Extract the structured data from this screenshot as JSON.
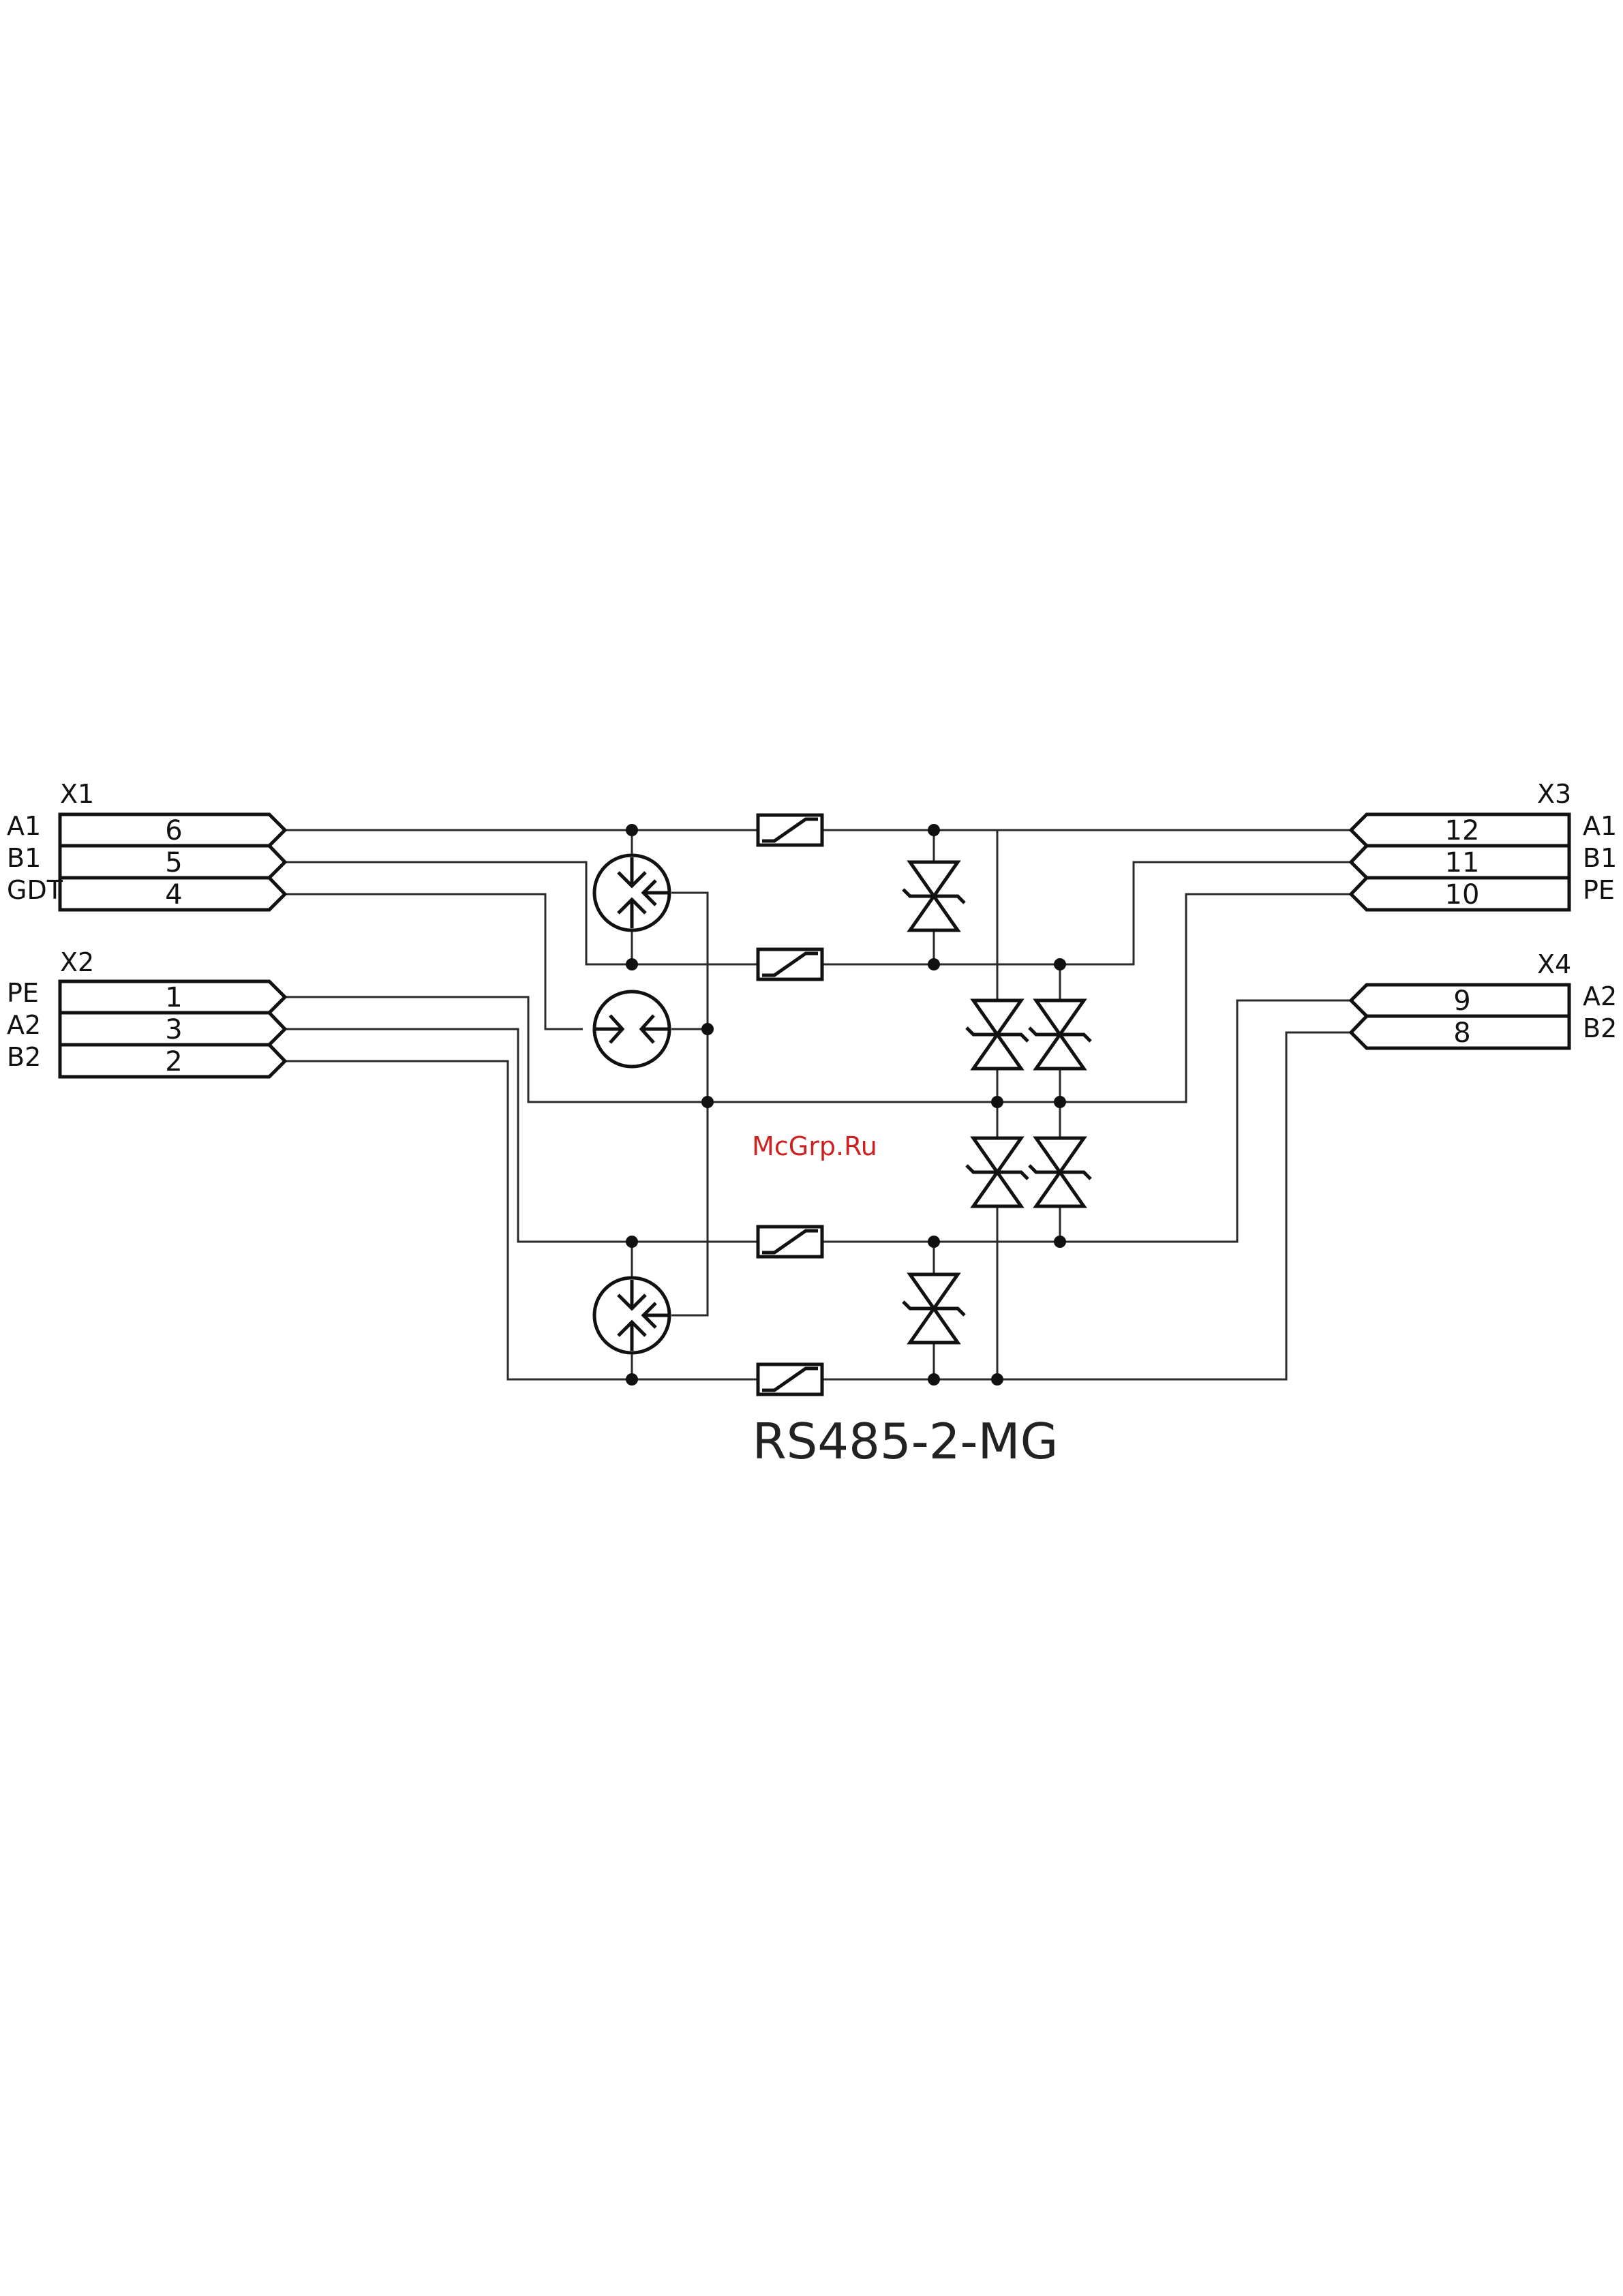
{
  "diagram": {
    "title": "RS485-2-MG",
    "watermark": "McGrp.Ru",
    "connectors": {
      "X1": {
        "name": "X1",
        "rows": [
          {
            "label": "A1",
            "pin": "6"
          },
          {
            "label": "B1",
            "pin": "5"
          },
          {
            "label": "GDT",
            "pin": "4"
          }
        ]
      },
      "X2": {
        "name": "X2",
        "rows": [
          {
            "label": "PE",
            "pin": "1"
          },
          {
            "label": "A2",
            "pin": "3"
          },
          {
            "label": "B2",
            "pin": "2"
          }
        ]
      },
      "X3": {
        "name": "X3",
        "rows": [
          {
            "label": "A1",
            "pin": "12"
          },
          {
            "label": "B1",
            "pin": "11"
          },
          {
            "label": "PE",
            "pin": "10"
          }
        ]
      },
      "X4": {
        "name": "X4",
        "rows": [
          {
            "label": "A2",
            "pin": "9"
          },
          {
            "label": "B2",
            "pin": "8"
          }
        ]
      }
    },
    "colors": {
      "line": "#111111",
      "watermark": "#cc2222",
      "background": "#ffffff"
    }
  }
}
